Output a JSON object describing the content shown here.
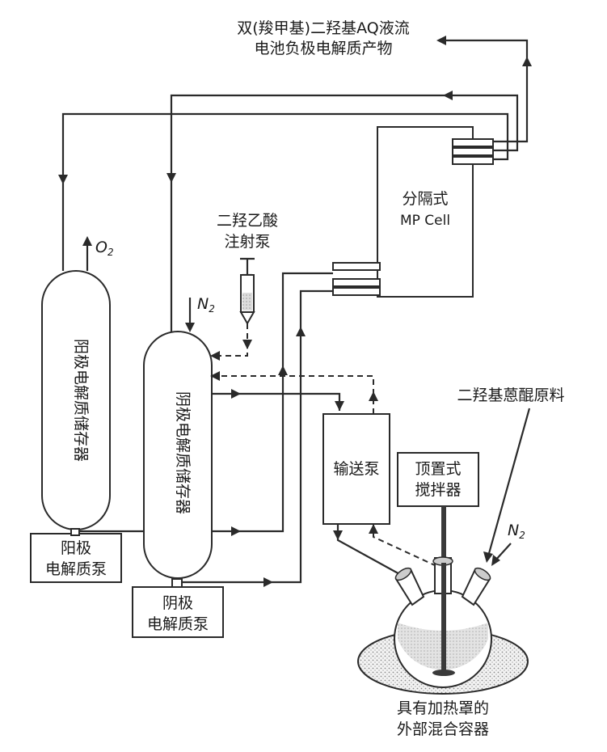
{
  "product_label": {
    "line1": "双(羧甲基)二羟基AQ液流",
    "line2": "电池负极电解质产物"
  },
  "cell_label": {
    "line1": "分隔式",
    "line2": "MP Cell"
  },
  "syringe_label": {
    "line1": "二羟乙酸",
    "line2": "注射泵"
  },
  "gas_o2": {
    "symbol": "O",
    "subscript": "2"
  },
  "gas_n2_tank": {
    "symbol": "N",
    "subscript": "2"
  },
  "gas_n2_flask": {
    "symbol": "N",
    "subscript": "2"
  },
  "anode_tank_label": "阳极电解质储存器",
  "cathode_tank_label": "阴极电解质储存器",
  "anode_pump_label": {
    "line1": "阳极",
    "line2": "电解质泵"
  },
  "cathode_pump_label": {
    "line1": "阴极",
    "line2": "电解质泵"
  },
  "transfer_pump_label": "输送泵",
  "stirrer_label": {
    "line1": "顶置式",
    "line2": "搅拌器"
  },
  "raw_material_label": "二羟基蒽醌原料",
  "vessel_label": {
    "line1": "具有加热罩的",
    "line2": "外部混合容器"
  }
}
